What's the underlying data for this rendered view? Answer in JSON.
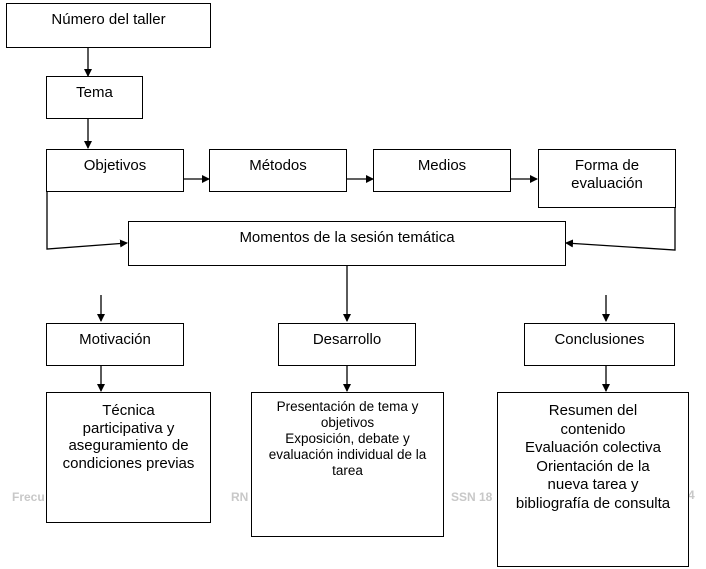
{
  "boxes": {
    "numero": "Número del taller",
    "tema": "Tema",
    "objetivos": "Objetivos",
    "metodos": "Métodos",
    "medios": "Medios",
    "forma": [
      "Forma de",
      "evaluación"
    ],
    "momentos": "Momentos de la sesión temática",
    "motivacion": "Motivación",
    "desarrollo": "Desarrollo",
    "conclusiones": "Conclusiones",
    "tecnica": [
      "Técnica",
      "participativa y",
      "aseguramiento de",
      "condiciones previas"
    ],
    "presentacion": [
      "Presentación de tema y",
      "objetivos",
      "Exposición, debate y",
      "evaluación individual de la",
      "tarea"
    ],
    "resumen": [
      "Resumen del",
      "contenido",
      "Evaluación colectiva",
      "Orientación de la",
      "nueva tarea y",
      "bibliografía de consulta"
    ]
  },
  "watermark": {
    "left": "Frecu",
    "mid": "RN",
    "right": "SSN 18",
    "far": "4"
  }
}
